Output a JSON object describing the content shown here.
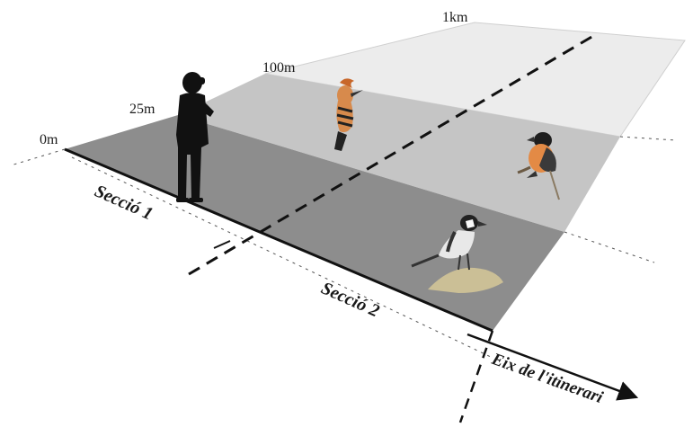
{
  "distance_labels": {
    "d0": "0m",
    "d25": "25m",
    "d100": "100m",
    "d1k": "1km"
  },
  "section_labels": {
    "s1": "Secció 1",
    "s2": "Secció 2"
  },
  "axis": {
    "label": "Eix de l'itinerari"
  },
  "colors": {
    "band_near": "#8d8d8d",
    "band_mid": "#b4b4b4",
    "band_far": "#d6d6d6",
    "band_farthest": "#ececec",
    "lines": "#111111"
  },
  "figures": [
    "observer-silhouette",
    "hoopoe-bird",
    "stonechat-bird",
    "wagtail-bird"
  ]
}
